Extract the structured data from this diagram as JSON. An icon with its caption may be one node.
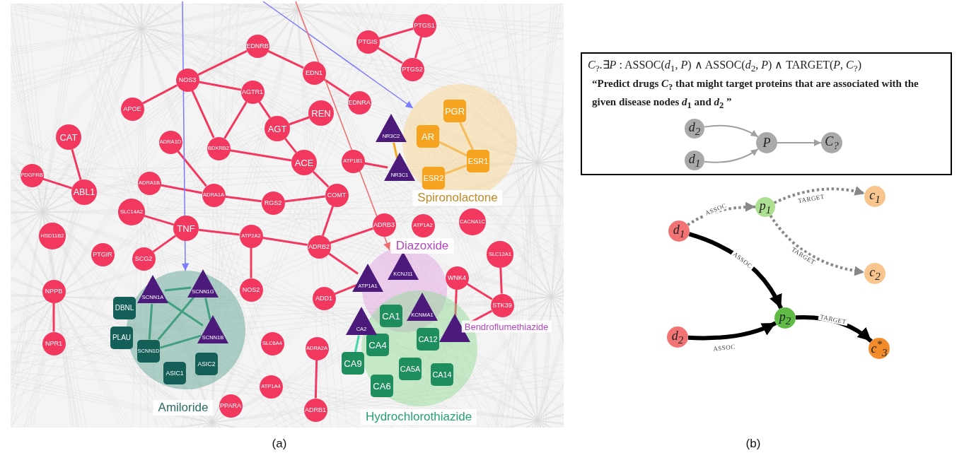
{
  "diagram": {
    "nodes": [
      {
        "text": [
          "EDNRB"
        ]
      },
      {
        "text": [
          "PTGS1"
        ]
      },
      {
        "text": [
          "PTGIS"
        ]
      },
      {
        "text": [
          "PTGS2"
        ]
      },
      {
        "text": [
          "EDN1"
        ]
      },
      {
        "text": [
          "NOS3"
        ]
      },
      {
        "text": [
          "AGTR1"
        ]
      },
      {
        "text": [
          "EDNRA"
        ]
      },
      {
        "text": [
          "APOE"
        ]
      },
      {
        "text": [
          "REN"
        ]
      },
      {
        "text": [
          "AGT"
        ]
      },
      {
        "text": [
          "CAT"
        ]
      },
      {
        "text": [
          "ADRA1D"
        ]
      },
      {
        "text": [
          "BDKRB2"
        ]
      },
      {
        "text": [
          "ATP1B1"
        ]
      },
      {
        "text": [
          "ACE"
        ]
      },
      {
        "text": [
          "PDGFRB"
        ]
      },
      {
        "text": [
          "ADRA1B"
        ]
      },
      {
        "text": [
          "ABL1"
        ]
      },
      {
        "text": [
          "ADRA1A"
        ]
      },
      {
        "text": [
          "COMT"
        ]
      },
      {
        "text": [
          "RGS2"
        ]
      },
      {
        "text": [
          "SLC14A2"
        ]
      },
      {
        "text": [
          "CACNA1C"
        ]
      },
      {
        "text": [
          "ADRB3"
        ]
      },
      {
        "text": [
          "TNF"
        ]
      },
      {
        "text": [
          "ATP1A2"
        ]
      },
      {
        "text": [
          "HSD11B2"
        ]
      },
      {
        "text": [
          "ATP2A2"
        ]
      },
      {
        "text": [
          "ADRB2"
        ]
      },
      {
        "text": [
          "PTGIR"
        ]
      },
      {
        "text": [
          "SCG2"
        ]
      },
      {
        "text": [
          "SLC12A1"
        ]
      },
      {
        "text": [
          "WNK4"
        ]
      },
      {
        "text": [
          "NOS2"
        ]
      },
      {
        "text": [
          "NPPB"
        ]
      },
      {
        "text": [
          "ADD1"
        ]
      },
      {
        "text": [
          "STK39"
        ]
      },
      {
        "text": [
          "SLC6A4"
        ]
      },
      {
        "text": [
          "NPR1"
        ]
      },
      {
        "text": [
          "ADRA2A"
        ]
      },
      {
        "text": [
          "ATP1A4"
        ]
      },
      {
        "text": [
          "PPARA"
        ]
      },
      {
        "text": [
          "ADRB1"
        ]
      },
      {
        "text": [
          "Spironolactone"
        ]
      },
      {
        "text": [
          "NR3C2"
        ]
      },
      {
        "text": [
          "NR3C1"
        ]
      },
      {
        "text": [
          "PGR"
        ],
        "in": 44
      },
      {
        "text": [
          "AR"
        ],
        "in": 44
      },
      {
        "text": [
          "ESR1"
        ],
        "in": 44
      },
      {
        "text": [
          "ESR2"
        ],
        "in": 44
      },
      {
        "text": [
          "Amiloride"
        ]
      },
      {
        "text": [
          "SCNN1A"
        ],
        "in": 51
      },
      {
        "text": [
          "SCNN1G"
        ],
        "in": 51
      },
      {
        "text": [
          "SCNN1B"
        ],
        "in": 51
      },
      {
        "text": [
          "DBNL"
        ]
      },
      {
        "text": [
          "PLAU"
        ]
      },
      {
        "text": [
          "SCNN1D"
        ],
        "in": 51
      },
      {
        "text": [
          "ASIC1"
        ],
        "in": 51
      },
      {
        "text": [
          "ASIC2"
        ],
        "in": 51
      },
      {
        "text": [
          "Diazoxide"
        ]
      },
      {
        "text": [
          "Hydrochlorothiazide"
        ]
      },
      {
        "text": [
          "ATP1A1"
        ]
      },
      {
        "text": [
          "KCNJ11"
        ],
        "in": 60
      },
      {
        "text": [
          "KCNMA1"
        ]
      },
      {
        "text": [
          "CA2"
        ]
      },
      {
        "text": [
          "CA1"
        ]
      },
      {
        "text": [],
        "shape": "triangle",
        "beside": [
          "Bendroflumethiazide"
        ],
        "in": 61
      },
      {
        "text": [
          "CA12"
        ],
        "in": 61
      },
      {
        "text": [
          "CA4"
        ],
        "in": 61
      },
      {
        "text": [
          "CA9"
        ]
      },
      {
        "text": [
          "CA5A"
        ],
        "in": 61
      },
      {
        "text": [
          "CA14"
        ],
        "in": 61
      },
      {
        "text": [
          "CA6"
        ],
        "in": 61
      },
      {
        "text": [
          "*C*$_{?}$.∃*P* : ASSOC(*d*$_{1}$, *P*) ∧ ASSOC(*d*$_{2}$, *P*) ∧ TARGET(*P*, *C*$_{?}$)",
          "“Predict drugs *C*$_{?}$ that might target proteins that are associated with the given disease nodes *d*$_{1}$ and *d*$_{2}$ ”"
        ]
      },
      {
        "text": [
          "*d*$_{2}$"
        ],
        "in": 74
      },
      {
        "text": [
          "*d*$_{1}$"
        ],
        "in": 74
      },
      {
        "text": [
          "*P*"
        ],
        "in": 74
      },
      {
        "text": [
          "*C*$_{?}$"
        ],
        "in": 74
      },
      {
        "text": [
          "*d*$_{1}$"
        ]
      },
      {
        "text": [
          "*p*$_{1}$"
        ]
      },
      {
        "text": [
          "*c*$_{1}$"
        ]
      },
      {
        "text": [
          "*c*$_{2}$"
        ]
      },
      {
        "text": [
          "*p*$_{2}$"
        ]
      },
      {
        "text": [
          "*d*$_{2}$"
        ]
      },
      {
        "text": [
          "*c*$^{*}$$_{3}$"
        ]
      }
    ],
    "edges": [
      {
        "from": 0,
        "to": 5,
        "arrow": "none"
      },
      {
        "from": 0,
        "to": 4,
        "arrow": "none"
      },
      {
        "from": 4,
        "to": 7,
        "arrow": "none"
      },
      {
        "from": 5,
        "to": 8,
        "arrow": "none"
      },
      {
        "from": 5,
        "to": 6,
        "arrow": "none"
      },
      {
        "from": 5,
        "to": 13,
        "arrow": "none"
      },
      {
        "from": 6,
        "to": 10,
        "arrow": "none"
      },
      {
        "from": 6,
        "to": 13,
        "arrow": "none"
      },
      {
        "from": 10,
        "to": 9,
        "arrow": "none"
      },
      {
        "from": 10,
        "to": 15,
        "arrow": "none"
      },
      {
        "from": 13,
        "to": 15,
        "arrow": "none"
      },
      {
        "from": 15,
        "to": 20,
        "arrow": "none"
      },
      {
        "from": 20,
        "to": 21,
        "arrow": "none"
      },
      {
        "from": 21,
        "to": 19,
        "arrow": "none"
      },
      {
        "from": 19,
        "to": 17,
        "arrow": "none"
      },
      {
        "from": 19,
        "to": 12,
        "arrow": "none"
      },
      {
        "from": 20,
        "to": 29,
        "arrow": "none"
      },
      {
        "from": 29,
        "to": 28,
        "arrow": "none"
      },
      {
        "from": 28,
        "to": 25,
        "arrow": "none"
      },
      {
        "from": 25,
        "to": 22,
        "arrow": "none"
      },
      {
        "from": 25,
        "to": 31,
        "arrow": "none"
      },
      {
        "from": 28,
        "to": 34,
        "arrow": "none"
      },
      {
        "from": 29,
        "to": 24,
        "arrow": "none"
      },
      {
        "from": 11,
        "to": 18,
        "arrow": "none"
      },
      {
        "from": 18,
        "to": 16,
        "arrow": "none"
      },
      {
        "from": 35,
        "to": 39,
        "arrow": "none"
      },
      {
        "from": 2,
        "to": 1,
        "arrow": "none"
      },
      {
        "from": 2,
        "to": 3,
        "arrow": "none"
      },
      {
        "from": 1,
        "to": 3,
        "arrow": "none"
      },
      {
        "from": 40,
        "to": 43,
        "arrow": "none"
      },
      {
        "from": 33,
        "to": 37,
        "arrow": "none"
      },
      {
        "from": 32,
        "to": 37,
        "arrow": "none"
      },
      {
        "from": 29,
        "to": 62,
        "arrow": "none"
      },
      {
        "from": 36,
        "to": 62,
        "arrow": "none"
      },
      {
        "from": 14,
        "to": 46,
        "arrow": "none"
      },
      {
        "from": 33,
        "to": 67,
        "arrow": "none"
      },
      {
        "from": 37,
        "to": 67,
        "arrow": "none"
      },
      {
        "from": 45,
        "to": 46,
        "arrow": "none",
        "color": "#f5a623"
      },
      {
        "from": 48,
        "to": 49,
        "arrow": "none",
        "color": "#f5a623"
      },
      {
        "from": 47,
        "to": 49,
        "arrow": "none",
        "color": "#f5a623"
      },
      {
        "from": 50,
        "to": 49,
        "arrow": "none",
        "color": "#f5a623"
      },
      {
        "from": 52,
        "to": 53,
        "arrow": "none",
        "color": "#1f9a6a"
      },
      {
        "from": 52,
        "to": 54,
        "arrow": "none",
        "color": "#1f9a6a"
      },
      {
        "from": 52,
        "to": 57,
        "arrow": "none",
        "color": "#1f9a6a"
      },
      {
        "from": 53,
        "to": 54,
        "arrow": "none",
        "color": "#1f9a6a"
      },
      {
        "from": 53,
        "to": 57,
        "arrow": "none",
        "color": "#1f9a6a"
      },
      {
        "from": 54,
        "to": 57,
        "arrow": "none",
        "color": "#1f9a6a"
      },
      {
        "from": 65,
        "to": 70,
        "arrow": "none",
        "color": "#3fd6a8"
      },
      {
        "from": null,
        "to": 51,
        "arrow": "to",
        "color": "#7b7bff"
      },
      {
        "from": null,
        "to": 44,
        "arrow": "to",
        "color": "#7b7bff"
      },
      {
        "from": null,
        "to": 60,
        "arrow": "to",
        "color": "#f06a6a"
      },
      {
        "from": 75,
        "to": 77,
        "arrow": "to",
        "color": "#a0a0a0"
      },
      {
        "from": 76,
        "to": 77,
        "arrow": "to",
        "color": "#a0a0a0"
      },
      {
        "from": 77,
        "to": 78,
        "arrow": "to",
        "color": "#a0a0a0"
      },
      {
        "from": 79,
        "to": 80,
        "arrow": "to",
        "label": "ASSOC",
        "style": "dashed",
        "color": "#888888"
      },
      {
        "from": 80,
        "to": 81,
        "arrow": "to",
        "label": "TARGET",
        "style": "dashed",
        "color": "#888888"
      },
      {
        "from": 80,
        "to": 82,
        "arrow": "to",
        "label": "TARGET",
        "style": "dashed",
        "color": "#888888"
      },
      {
        "from": 79,
        "to": 83,
        "arrow": "to",
        "label": "ASSOC",
        "style": "thick",
        "color": "#000000"
      },
      {
        "from": 84,
        "to": 83,
        "arrow": "to",
        "label": "ASSOC",
        "style": "thick",
        "color": "#000000"
      },
      {
        "from": 83,
        "to": 85,
        "arrow": "to",
        "label": "TARGET",
        "style": "thick",
        "color": "#000000"
      }
    ],
    "labels": [
      "(a)",
      "(b)"
    ]
  }
}
